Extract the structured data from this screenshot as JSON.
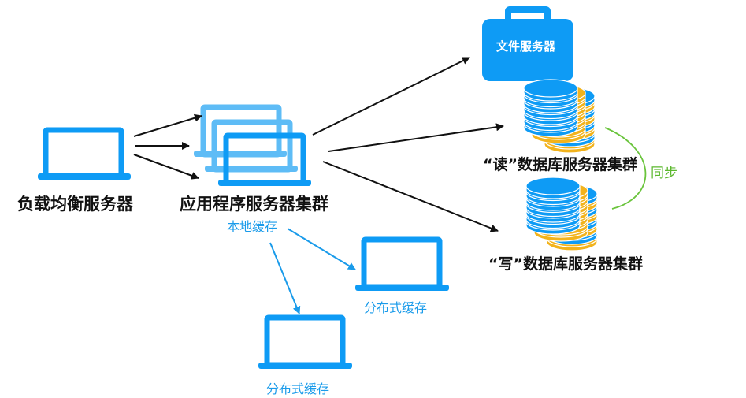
{
  "colors": {
    "primary_blue": "#0e9bf5",
    "light_blue": "#5ebcf6",
    "gold": "#f2b31c",
    "arrow_black": "#111111",
    "cache_blue": "#1a9bea",
    "sync_green": "#6ac43c"
  },
  "nodes": {
    "load_balancer": {
      "label": "负载均衡服务器",
      "icon": "laptop-icon"
    },
    "app_cluster": {
      "label": "应用程序服务器集群",
      "icon": "laptop-stack-icon",
      "sublabel": "本地缓存"
    },
    "file_server": {
      "label": "文件服务器",
      "icon": "briefcase-icon"
    },
    "read_db": {
      "label": "“读”数据库服务器集群",
      "icon": "database-stack-icon"
    },
    "write_db": {
      "label": "“写”数据库服务器集群",
      "icon": "database-stack-icon"
    },
    "dist_cache_1": {
      "label": "分布式缓存",
      "icon": "laptop-icon"
    },
    "dist_cache_2": {
      "label": "分布式缓存",
      "icon": "laptop-icon"
    }
  },
  "sync_label": "同步",
  "edges": [
    {
      "from": "load_balancer",
      "to": "app_cluster"
    },
    {
      "from": "load_balancer",
      "to": "app_cluster"
    },
    {
      "from": "load_balancer",
      "to": "app_cluster"
    },
    {
      "from": "app_cluster",
      "to": "file_server"
    },
    {
      "from": "app_cluster",
      "to": "read_db"
    },
    {
      "from": "app_cluster",
      "to": "write_db"
    },
    {
      "from": "app_cluster",
      "to": "dist_cache_1"
    },
    {
      "from": "app_cluster",
      "to": "dist_cache_2"
    },
    {
      "from": "read_db",
      "to": "write_db",
      "label": "同步"
    }
  ]
}
